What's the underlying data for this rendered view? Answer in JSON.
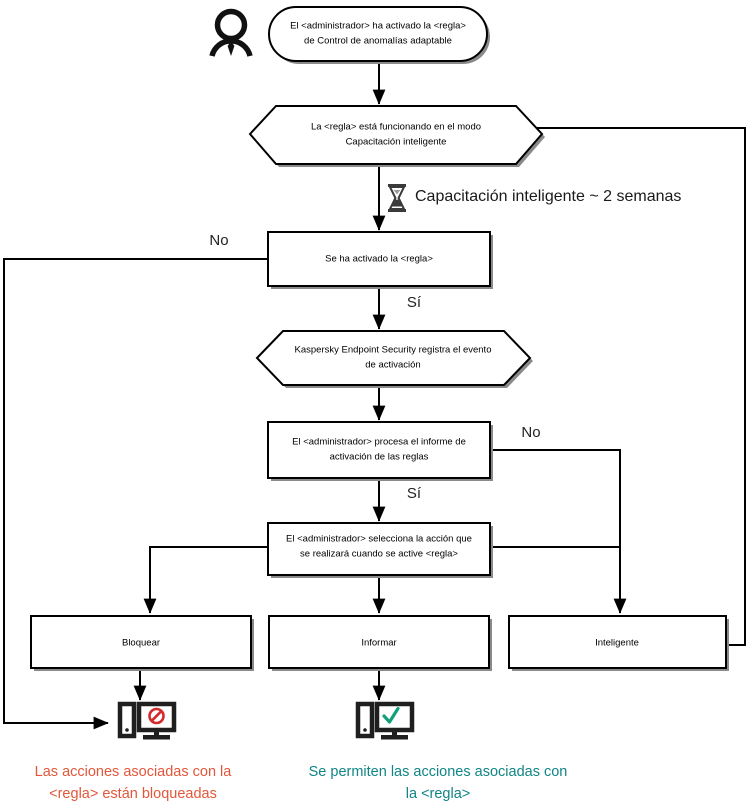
{
  "diagram": {
    "title": "Adaptive Anomaly Control rule flow",
    "colors": {
      "stroke": "#000000",
      "fill": "#ffffff",
      "shadow": "#8a8a8a",
      "blocked_text": "#e2573a",
      "allowed_text": "#118585",
      "blocked_icon": "#d42a2a",
      "allowed_icon": "#12a07a",
      "icon_dark": "#1f1f1f"
    },
    "icons": {
      "administrator": "person-icon",
      "timer": "hourglass-icon",
      "blocked_computer": "computer-blocked-icon",
      "allowed_computer": "computer-allowed-icon"
    },
    "nodes": {
      "start": {
        "type": "rounded-rect",
        "line1": "El <administrador> ha activado la <regla>",
        "line2": "de Control de anomalías adaptable"
      },
      "training_mode": {
        "type": "hexagon",
        "line1": "La <regla> está funcionando en el modo",
        "line2": "Capacitación inteligente"
      },
      "rule_triggered": {
        "type": "rect",
        "line1": "Se ha activado la <regla>",
        "line2": ""
      },
      "kes_logs": {
        "type": "hexagon",
        "line1": "Kaspersky Endpoint Security registra el evento",
        "line2": "de activación"
      },
      "admin_report": {
        "type": "rect",
        "line1": "El <administrador> procesa el informe de",
        "line2": "activación de las reglas"
      },
      "admin_select": {
        "type": "rect",
        "line1": "El <administrador> selecciona la acción que",
        "line2": "se realizará cuando se active <regla>"
      },
      "action_block": {
        "type": "rect",
        "label": "Bloquear"
      },
      "action_inform": {
        "type": "rect",
        "label": "Informar"
      },
      "action_smart": {
        "type": "rect",
        "label": "Inteligente"
      }
    },
    "edge_labels": {
      "triggered_no": "No",
      "triggered_yes": "Sí",
      "report_no": "No",
      "report_yes": "Sí"
    },
    "annotations": {
      "training_duration": "Capacitación inteligente ~ 2 semanas"
    },
    "captions": {
      "blocked": {
        "line1": "Las acciones asociadas con la",
        "line2": "<regla> están bloqueadas"
      },
      "allowed": {
        "line1": "Se permiten las acciones asociadas con",
        "line2": "la <regla>"
      }
    }
  }
}
